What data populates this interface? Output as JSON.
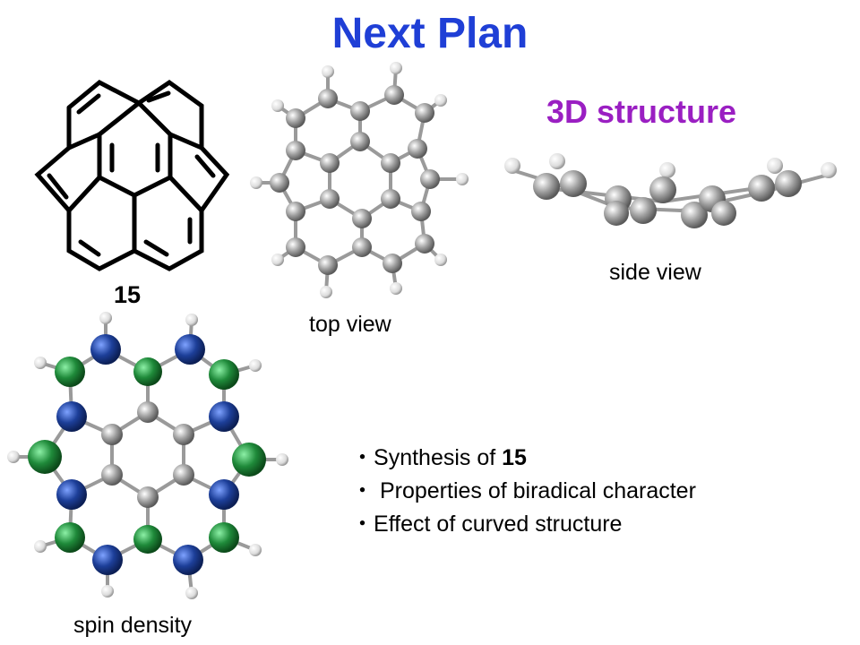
{
  "title": "Next Plan",
  "subtitle": "3D structure",
  "compound_number": "15",
  "labels": {
    "top_view": "top view",
    "side_view": "side view",
    "spin_density": "spin density"
  },
  "bullets": {
    "marker": "・",
    "item1_pre": "Synthesis of ",
    "item1_bold": "15",
    "item2": " Properties of biradical character",
    "item3": "Effect of curved structure"
  },
  "colors": {
    "title": "#1f3fd6",
    "subtitle": "#9a1fc2",
    "spin_up": "#1a3f9a",
    "spin_down": "#1f8a3a",
    "carbon": "#9a9a9a",
    "hydrogen": "#e8e8e8"
  }
}
